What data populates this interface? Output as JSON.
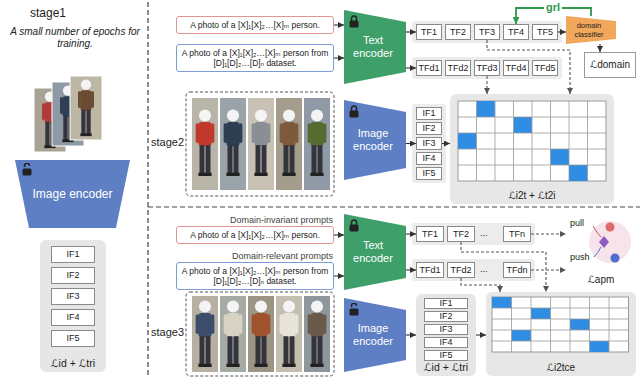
{
  "diagram": {
    "nodes": [
      {
        "text": [
          "Image encoder"
        ]
      },
      {
        "text": [
          "ℒid + ℒtri"
        ]
      },
      {
        "text": [
          "IF1"
        ],
        "in": 1
      },
      {
        "text": [
          "IF2"
        ],
        "in": 1
      },
      {
        "text": [
          "IF3"
        ],
        "in": 1
      },
      {
        "text": [
          "IF4"
        ],
        "in": 1
      },
      {
        "text": [
          "IF5"
        ],
        "in": 1
      },
      {
        "text": [
          "A photo of a [X]₁[X]₂…[X]ₘ person."
        ]
      },
      {
        "text": [
          "A photo of a [X]₁[X]₂…[X]ₘ person from [D]₁[D]₂…[D]ₙ dataset."
        ]
      },
      {
        "text": [
          "Text encoder"
        ]
      },
      {
        "text": [
          "TF1"
        ]
      },
      {
        "text": [
          "TF2"
        ]
      },
      {
        "text": [
          "TF3"
        ]
      },
      {
        "text": [
          "TF4"
        ]
      },
      {
        "text": [
          "TF5"
        ]
      },
      {
        "text": [
          "TFd1"
        ]
      },
      {
        "text": [
          "TFd2"
        ]
      },
      {
        "text": [
          "TFd3"
        ]
      },
      {
        "text": [
          "TFd4"
        ]
      },
      {
        "text": [
          "TFd5"
        ]
      },
      {
        "text": [
          "domain classifier"
        ]
      },
      {
        "text": [
          "ℒdomain"
        ]
      },
      {
        "text": [
          "Image encoder"
        ]
      },
      {
        "text": [
          "IF1"
        ]
      },
      {
        "text": [
          "IF2"
        ]
      },
      {
        "text": [
          "IF3"
        ]
      },
      {
        "text": [
          "IF4"
        ]
      },
      {
        "text": [
          "IF5"
        ]
      },
      {
        "text": [
          "ℒi2t + ℒt2i"
        ]
      },
      {
        "text": [
          "Domain-invariant prompts",
          "A photo of a [X]₁[X]₂…[X]ₘ person."
        ]
      },
      {
        "text": [
          "Domain-relevant prompts",
          "A photo of a [X]₁[X]₂…[X]ₘ person from [D]₁[D]₂…[D]ₙ dataset."
        ]
      },
      {
        "text": [
          "Text encoder"
        ]
      },
      {
        "text": [
          "TF1"
        ]
      },
      {
        "text": [
          "TF2"
        ]
      },
      {
        "text": [
          "TFn"
        ]
      },
      {
        "text": [
          "TFd1"
        ]
      },
      {
        "text": [
          "TFd2"
        ]
      },
      {
        "text": [
          "TFdn"
        ]
      },
      {
        "text": [
          "ℒapm"
        ]
      },
      {
        "text": [
          "Image encoder"
        ]
      },
      {
        "text": [
          "ℒid + ℒtri"
        ]
      },
      {
        "text": [
          "IF1"
        ],
        "in": 40
      },
      {
        "text": [
          "IF2"
        ],
        "in": 40
      },
      {
        "text": [
          "IF3"
        ],
        "in": 40
      },
      {
        "text": [
          "IF4"
        ],
        "in": 40
      },
      {
        "text": [
          "IF5"
        ],
        "in": 40
      },
      {
        "text": [
          "ℒi2tce"
        ]
      }
    ],
    "edges": [
      {
        "from": 7,
        "to": 9,
        "arrow": "to"
      },
      {
        "from": 8,
        "to": 9,
        "arrow": "to"
      },
      {
        "from": 9,
        "to": 10,
        "arrow": "to"
      },
      {
        "from": 9,
        "to": 15,
        "arrow": "to"
      },
      {
        "from": 14,
        "to": 20,
        "arrow": "to"
      },
      {
        "from": 20,
        "to": 21,
        "arrow": "to"
      },
      {
        "from": 20,
        "to": 13,
        "label": "grl",
        "arrow": "to"
      },
      {
        "from": 22,
        "to": 25,
        "arrow": "to"
      },
      {
        "from": 25,
        "to": 28,
        "arrow": "to"
      },
      {
        "from": 12,
        "to": 28,
        "arrow": "to"
      },
      {
        "from": 17,
        "to": 28,
        "arrow": "to"
      },
      {
        "from": 29,
        "to": 31,
        "arrow": "to"
      },
      {
        "from": 30,
        "to": 31,
        "arrow": "to"
      },
      {
        "from": 31,
        "to": 32,
        "arrow": "to"
      },
      {
        "from": 31,
        "to": 35,
        "arrow": "to"
      },
      {
        "from": 34,
        "to": 38,
        "arrow": "to"
      },
      {
        "from": 37,
        "to": 38,
        "arrow": "to"
      },
      {
        "from": 39,
        "to": 40,
        "arrow": "to"
      },
      {
        "from": 40,
        "to": 46,
        "arrow": "to"
      },
      {
        "from": 33,
        "to": 46,
        "arrow": "to"
      },
      {
        "from": 36,
        "to": 46,
        "arrow": "to"
      }
    ],
    "labels": [
      "stage1",
      "A small number of epochs for training.",
      "stage2",
      "stage3",
      "...",
      "...",
      "pull",
      "push"
    ]
  }
}
